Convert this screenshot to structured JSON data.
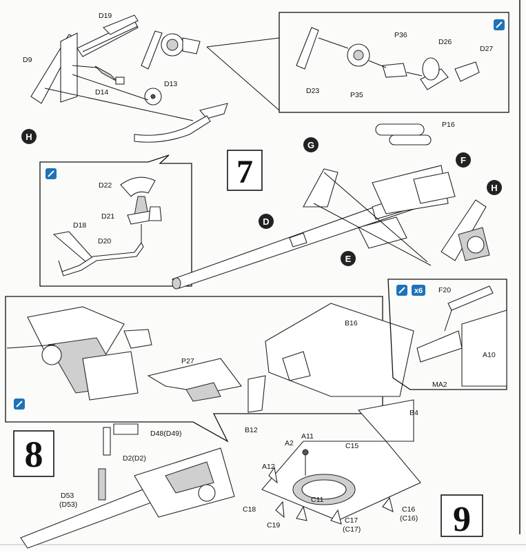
{
  "steps": {
    "s7": "7",
    "s8": "8",
    "s9": "9"
  },
  "sub_circles": {
    "D": "D",
    "E": "E",
    "F": "F",
    "G": "G",
    "H_top": "H",
    "H_right": "H"
  },
  "multiplier": "x6",
  "parts": {
    "D19": "D19",
    "D9": "D9",
    "D14": "D14",
    "D13": "D13",
    "D23": "D23",
    "P35": "P35",
    "P36": "P36",
    "D26": "D26",
    "D27": "D27",
    "D22": "D22",
    "D21": "D21",
    "D18": "D18",
    "D20": "D20",
    "P16": "P16",
    "P27": "P27",
    "D48": "D48(D49)",
    "D2": "D2(D2)",
    "D53a": "D53",
    "D53b": "(D53)",
    "F20": "F20",
    "A10": "A10",
    "MA2": "MA2",
    "B16": "B16",
    "B12": "B12",
    "B4": "B4",
    "A11": "A11",
    "A2": "A2",
    "A12": "A12",
    "C15": "C15",
    "C11": "C11",
    "C18": "C18",
    "C19": "C19",
    "C17a": "C17",
    "C17b": "(C17)",
    "C16a": "C16",
    "C16b": "(C16)"
  },
  "colors": {
    "ink": "#111111",
    "paint_badge": "#1e73b8",
    "circle_fill": "#222222"
  }
}
